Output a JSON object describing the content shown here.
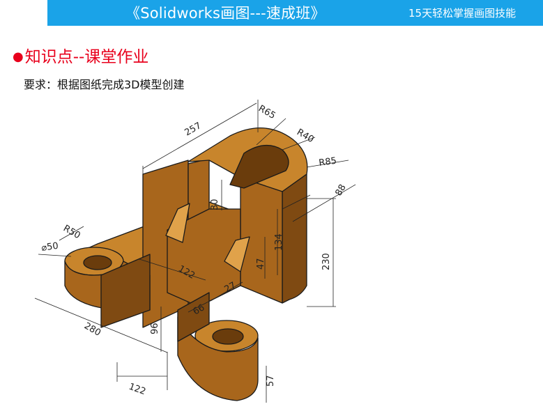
{
  "banner": {
    "title": "《Solidworks画图---速成班》",
    "tagline": "15天轻松掌握画图技能"
  },
  "section": {
    "bullet": "●",
    "heading": "知识点--课堂作业",
    "requirement": "要求：根据图纸完成3D模型创建"
  },
  "drawing": {
    "dimensions": {
      "d257": "257",
      "r65": "R65",
      "r40": "R40",
      "r85": "R85",
      "d88": "88",
      "d30": "30",
      "d134": "134",
      "d230": "230",
      "d47": "47",
      "r50": "R50",
      "phi50": "⌀50",
      "d122a": "122",
      "d27": "27",
      "d66": "66",
      "d96": "96",
      "d280": "280",
      "d122b": "122",
      "d57": "57"
    },
    "colors": {
      "top_face": "#c8852c",
      "front_face": "#a8661c",
      "side_face": "#7f4a12",
      "dark_face": "#6a3c0c",
      "slope_face": "#e0a24a",
      "outline": "#1a1a1a"
    }
  }
}
